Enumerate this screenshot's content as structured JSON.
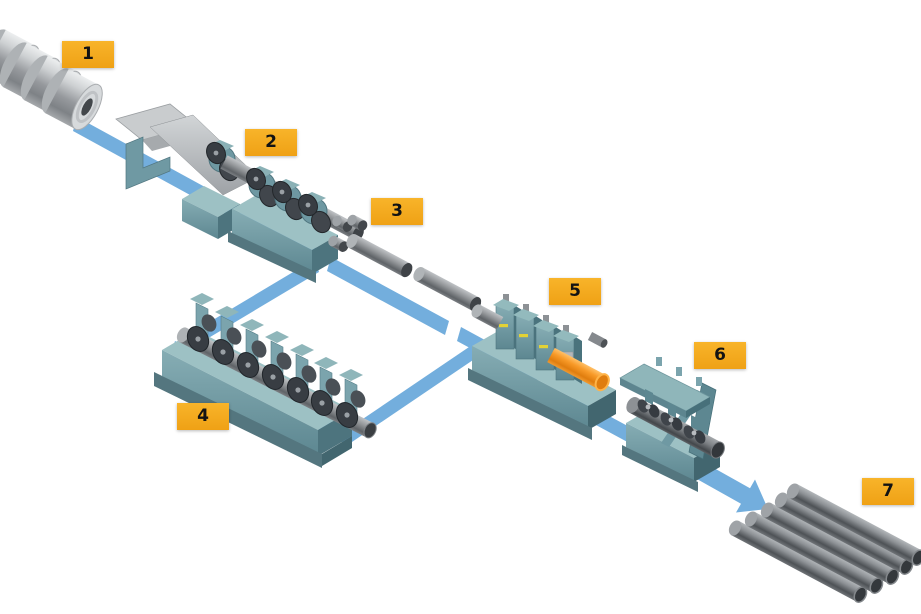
{
  "stage_labels": [
    {
      "number": "1"
    },
    {
      "number": "2"
    },
    {
      "number": "3"
    },
    {
      "number": "4"
    },
    {
      "number": "5"
    },
    {
      "number": "6"
    },
    {
      "number": "7"
    }
  ],
  "colors": {
    "background": "#ffffff",
    "flow_path": "#73aedd",
    "label_background": "#f4a71d",
    "label_text": "#131313",
    "machine_top": "#9dc1c4",
    "machine_front": "#6f9aa3",
    "machine_side": "#4d747e",
    "metal_light": "#d7dadc",
    "metal_mid": "#8e9296",
    "metal_dark": "#3e4246",
    "hot_tube_orange": "#f6921e",
    "accent_yellow": "#e3d235"
  }
}
